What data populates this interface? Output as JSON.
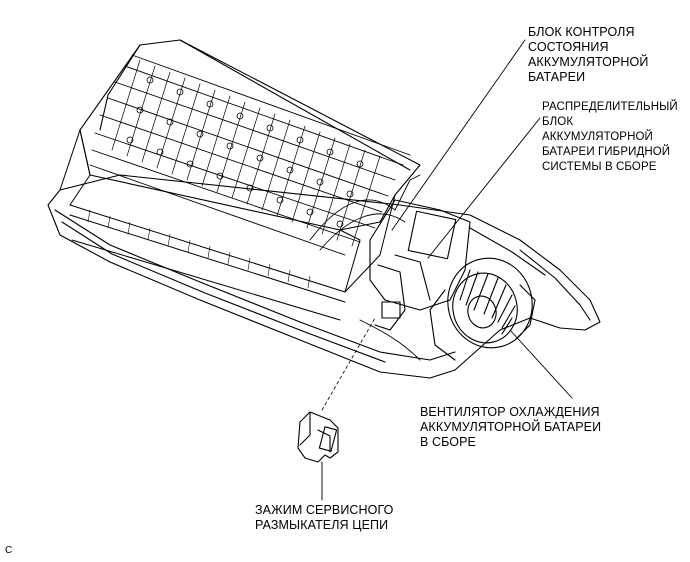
{
  "labels": {
    "battery_monitor": [
      "БЛОК КОНТРОЛЯ",
      "СОСТОЯНИЯ",
      "АККУМУЛЯТОРНОЙ",
      "БАТАРЕИ"
    ],
    "junction_block": [
      "РАСПРЕДЕЛИТЕЛЬНЫЙ",
      "БЛОК",
      "АККУМУЛЯТОРНОЙ",
      "БАТАРЕИ ГИБРИДНОЙ",
      "СИСТЕМЫ В СБОРЕ"
    ],
    "cooling_fan": [
      "ВЕНТИЛЯТОР ОХЛАЖДЕНИЯ",
      "АККУМУЛЯТОРНОЙ БАТАРЕИ",
      "В СБОРЕ"
    ],
    "service_plug_grip": [
      "ЗАЖИМ СЕРВИСНОГО",
      "РАЗМЫКАТЕЛЯ ЦЕПИ"
    ]
  },
  "figure_code": "C"
}
